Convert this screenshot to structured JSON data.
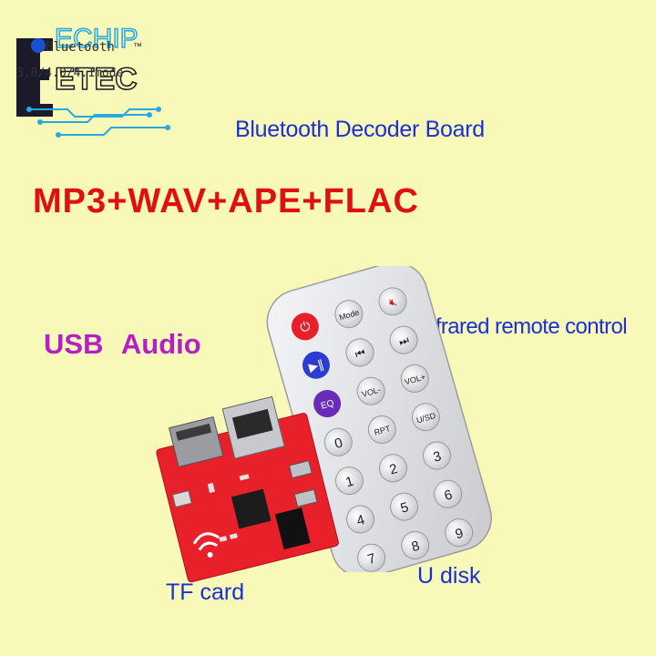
{
  "logo": {
    "wordmark_top": "ECHIP",
    "wordmark_bottom": "ETEC",
    "trademark": "™",
    "overlay_line1": "Bluetooth",
    "overlay_line2": "3.0/4.0/4.1mode"
  },
  "labels": {
    "board_title": "Bluetooth Decoder Board",
    "formats": "MP3+WAV+APE+FLAC",
    "usb": "USB Audio",
    "remote": "Infrared remote control",
    "tf": "TF card",
    "udisk": "U disk"
  },
  "remote_buttons": {
    "mode": "Mode",
    "vol_minus": "VOL-",
    "vol_plus": "VOL+",
    "eq": "EQ",
    "rpt": "RPT",
    "usd": "U/SD",
    "digits": [
      "0",
      "1",
      "2",
      "3",
      "4",
      "5",
      "6",
      "7",
      "8",
      "9"
    ]
  },
  "colors": {
    "background": "#f8f8b9",
    "blue_text": "#1b2fd6",
    "red_text": "#e01010",
    "purple_text": "#b51fc4",
    "board": "#e8202a",
    "remote": "#e9eaec"
  }
}
